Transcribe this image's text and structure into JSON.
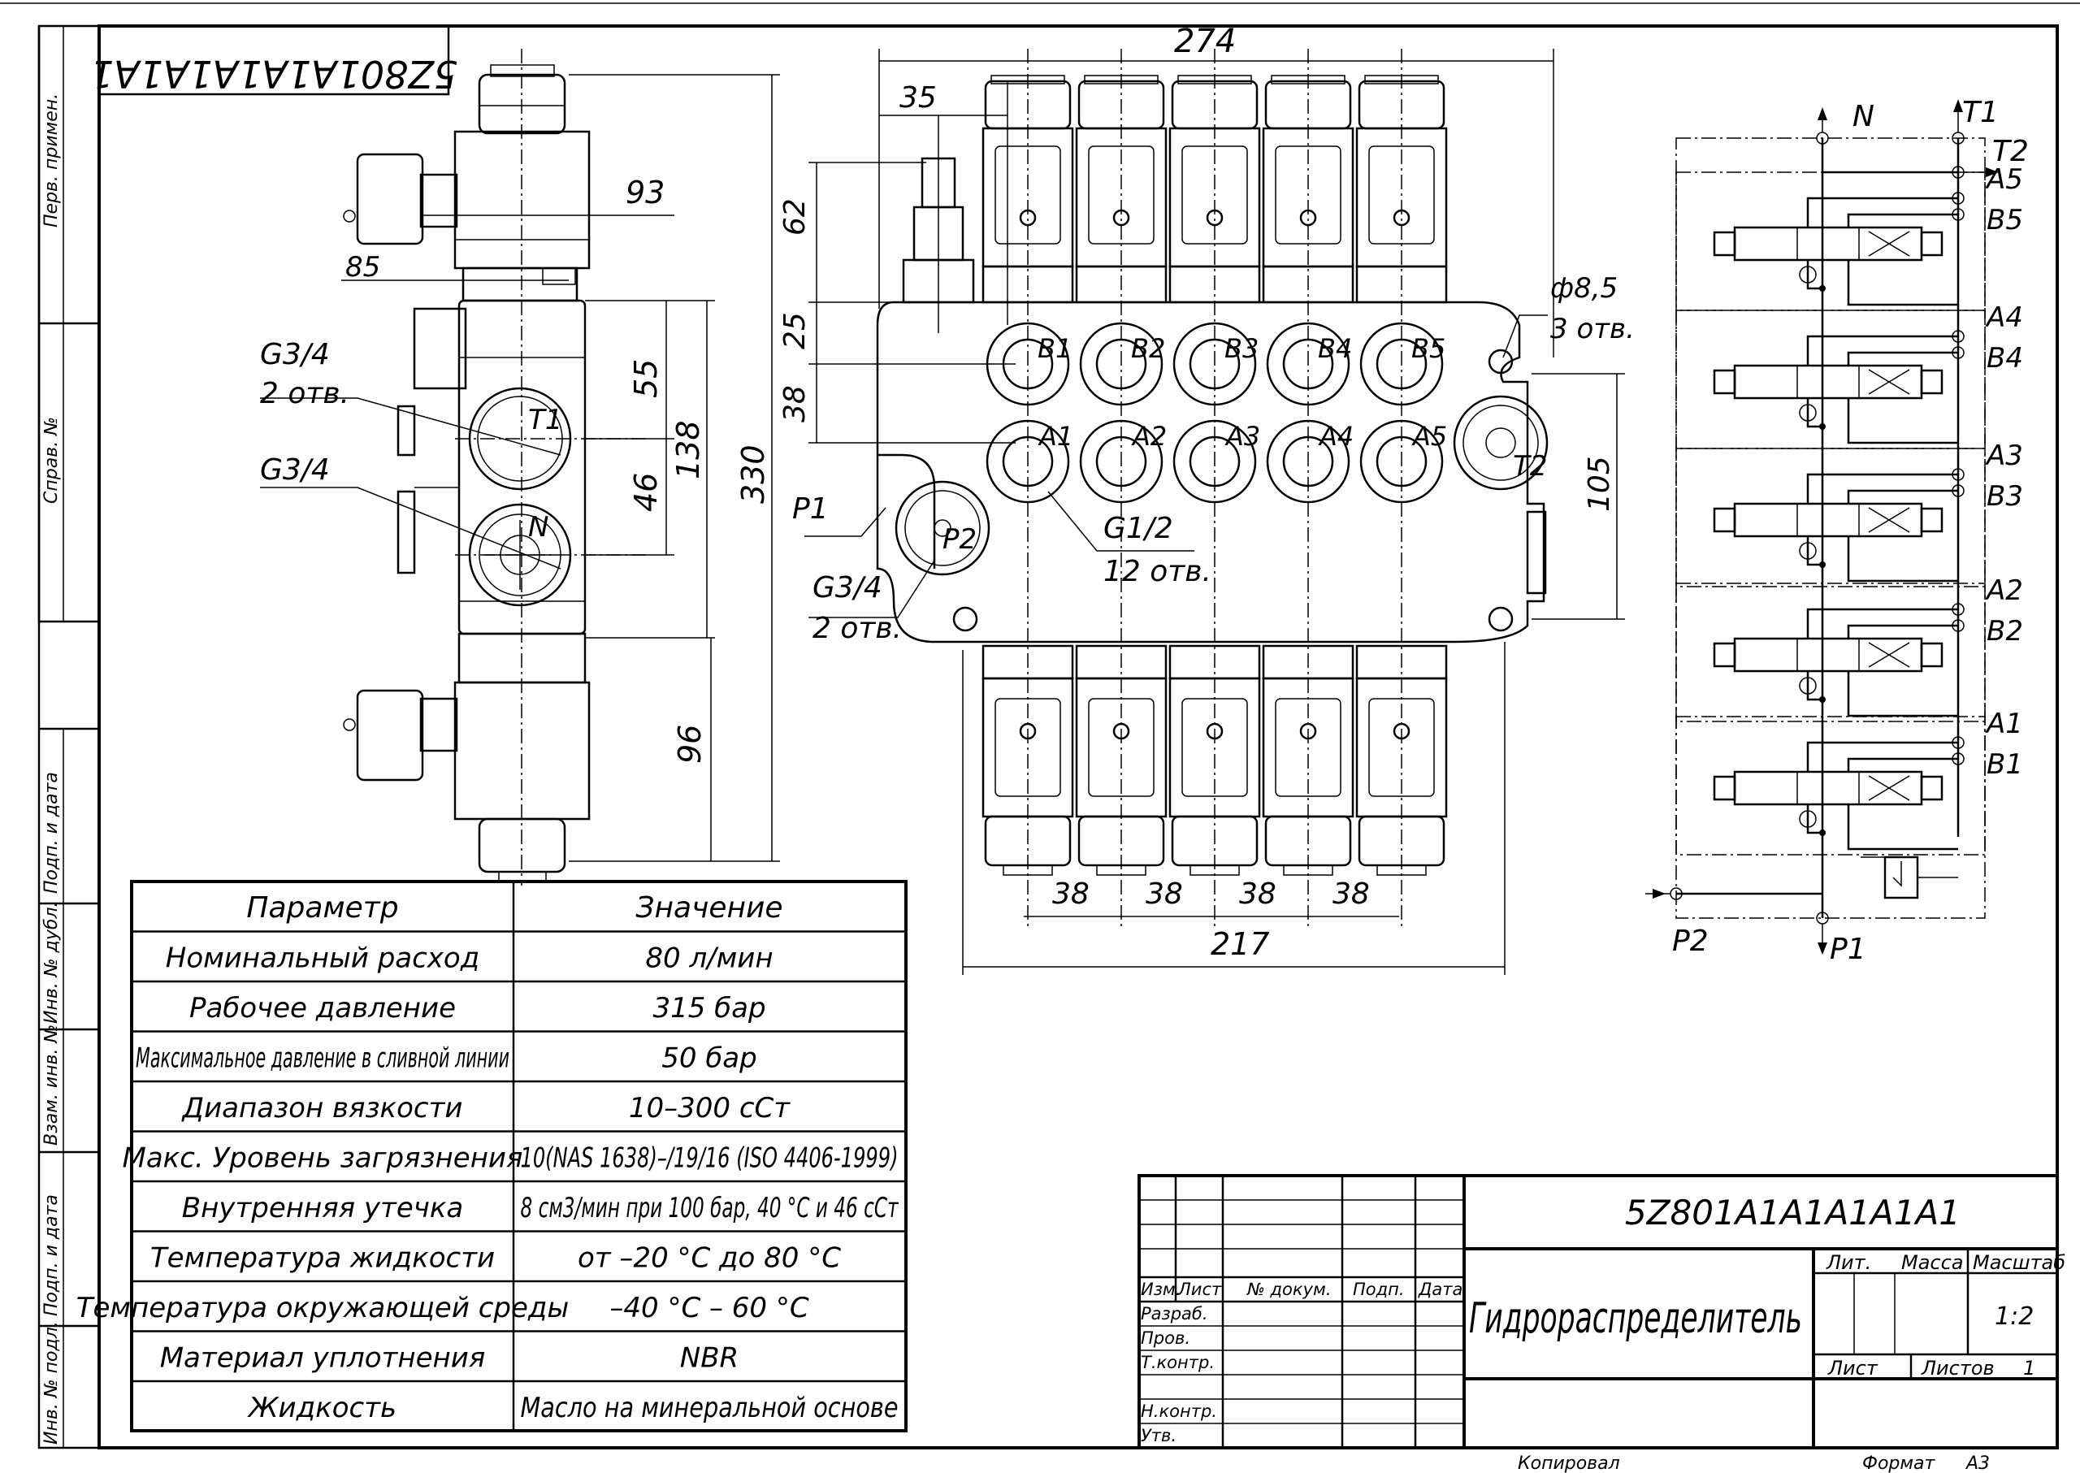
{
  "drawing_code": "5Z801A1A1A1A1A1",
  "drawing_code_mirrored": "5Z801A1A1A1A1A1",
  "side_labels": [
    "Перв. примен.",
    "Справ. №",
    "Подп. и дата",
    "Инв. № дубл.",
    "Взам. инв. №",
    "Подп. и дата",
    "Инв. № подл."
  ],
  "side_view": {
    "dims": [
      "93",
      "85",
      "55",
      "138",
      "330",
      "46",
      "96"
    ],
    "callouts": [
      {
        "text": "G3/4",
        "sub": "2 отв."
      },
      {
        "text": "G3/4",
        "sub": ""
      }
    ],
    "ports": [
      "T1",
      "N"
    ]
  },
  "front_view": {
    "dims": [
      "274",
      "35",
      "62",
      "25",
      "38",
      "105",
      "217",
      "38",
      "38",
      "38",
      "38"
    ],
    "ports_b": [
      "B1",
      "B2",
      "B3",
      "B4",
      "B5"
    ],
    "ports_a": [
      "A1",
      "A2",
      "A3",
      "A4",
      "A5"
    ],
    "port_p1": "P1",
    "port_p2": "P2",
    "port_t2": "T2",
    "callout_holes": {
      "text": "ф8,5",
      "sub": "3 отв."
    },
    "callout_g12": {
      "text": "G1/2",
      "sub": "12 отв."
    },
    "callout_g34": {
      "text": "G3/4",
      "sub": "2 отв."
    }
  },
  "schematic": {
    "top": [
      "N",
      "T1",
      "T2"
    ],
    "sections": [
      [
        "A5",
        "B5"
      ],
      [
        "A4",
        "B4"
      ],
      [
        "A3",
        "B3"
      ],
      [
        "A2",
        "B2"
      ],
      [
        "A1",
        "B1"
      ]
    ],
    "bottom": [
      "P2",
      "P1"
    ]
  },
  "spec_table": {
    "headers": [
      "Параметр",
      "Значение"
    ],
    "rows": [
      [
        "Номинальный расход",
        "80 л/мин"
      ],
      [
        "Рабочее давление",
        "315 бар"
      ],
      [
        "Максимальное давление в сливной линии",
        "50 бар"
      ],
      [
        "Диапазон вязкости",
        "10–300 сСт"
      ],
      [
        "Макс. Уровень загрязнения",
        "10(NAS 1638)–/19/16 (ISO 4406-1999)"
      ],
      [
        "Внутренняя утечка",
        "8 см3/мин при 100 бар, 40 °С и 46 сСт"
      ],
      [
        "Температура жидкости",
        "от –20 °С до 80 °С"
      ],
      [
        "Температура окружающей среды",
        "–40 °С – 60 °С"
      ],
      [
        "Материал уплотнения",
        "NBR"
      ],
      [
        "Жидкость",
        "Масло на минеральной основе"
      ]
    ]
  },
  "title_block": {
    "designation": "5Z801A1A1A1A1A1",
    "name": "Гидрораспределитель",
    "col_headers": [
      "Изм.",
      "Лист",
      "№ докум.",
      "Подп.",
      "Дата"
    ],
    "row_labels": [
      "Разраб.",
      "Пров.",
      "Т.контр.",
      "Н.контр.",
      "Утв."
    ],
    "lit": "Лит.",
    "mass": "Масса",
    "scale_label": "Масштаб",
    "scale": "1:2",
    "sheet": "Лист",
    "sheets": "Листов",
    "sheets_count": "1",
    "copied": "Копировал",
    "format_label": "Формат",
    "format": "А3"
  }
}
